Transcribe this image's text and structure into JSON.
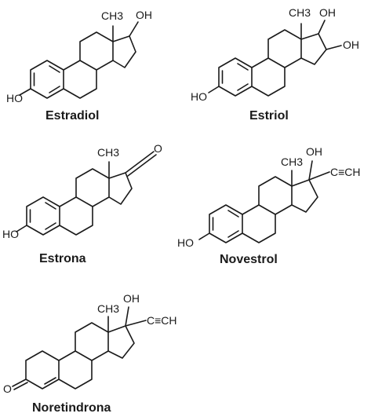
{
  "molecules": [
    {
      "name": "Estradiol",
      "labels": {
        "ho": "HO",
        "ch3": "CH3",
        "oh": "OH"
      }
    },
    {
      "name": "Estriol",
      "labels": {
        "ho": "HO",
        "ch3": "CH3",
        "oh": "OH",
        "oh2": "OH"
      }
    },
    {
      "name": "Estrona",
      "labels": {
        "ho": "HO",
        "ch3": "CH3",
        "o": "O"
      }
    },
    {
      "name": "Novestrol",
      "labels": {
        "ho": "HO",
        "ch3": "CH3",
        "oh": "OH",
        "alkyne": "C≡CH"
      }
    },
    {
      "name": "Noretindrona",
      "labels": {
        "o": "O",
        "ch3": "CH3",
        "oh": "OH",
        "alkyne": "C≡CH"
      }
    }
  ]
}
